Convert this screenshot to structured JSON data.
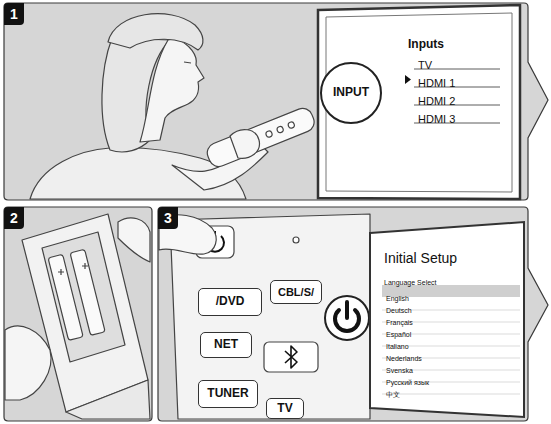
{
  "diagram": {
    "nodes": [
      {
        "text": [
          "1"
        ]
      },
      {
        "text": [
          "Inputs",
          "TV",
          "HDMI 1",
          "HDMI 2",
          "HDMI 3"
        ],
        "in": 0
      },
      {
        "text": [
          "INPUT"
        ],
        "in": 0
      },
      {
        "text": [
          "2"
        ]
      },
      {
        "text": [
          "3"
        ]
      },
      {
        "text": [
          "/DVD"
        ],
        "in": 4
      },
      {
        "text": [
          "CBL/S/"
        ],
        "in": 4
      },
      {
        "text": [
          "NET"
        ],
        "in": 4
      },
      {
        "text": [
          "TUNER"
        ],
        "in": 4
      },
      {
        "text": [
          "TV"
        ],
        "in": 4
      },
      {
        "text": [
          "Initial Setup",
          "Language Select",
          "English",
          "Deutsch",
          "Français",
          "Español",
          "Italiano",
          "Nederlands",
          "Svenska",
          "Русский язык",
          "中文"
        ],
        "in": 4
      }
    ]
  }
}
